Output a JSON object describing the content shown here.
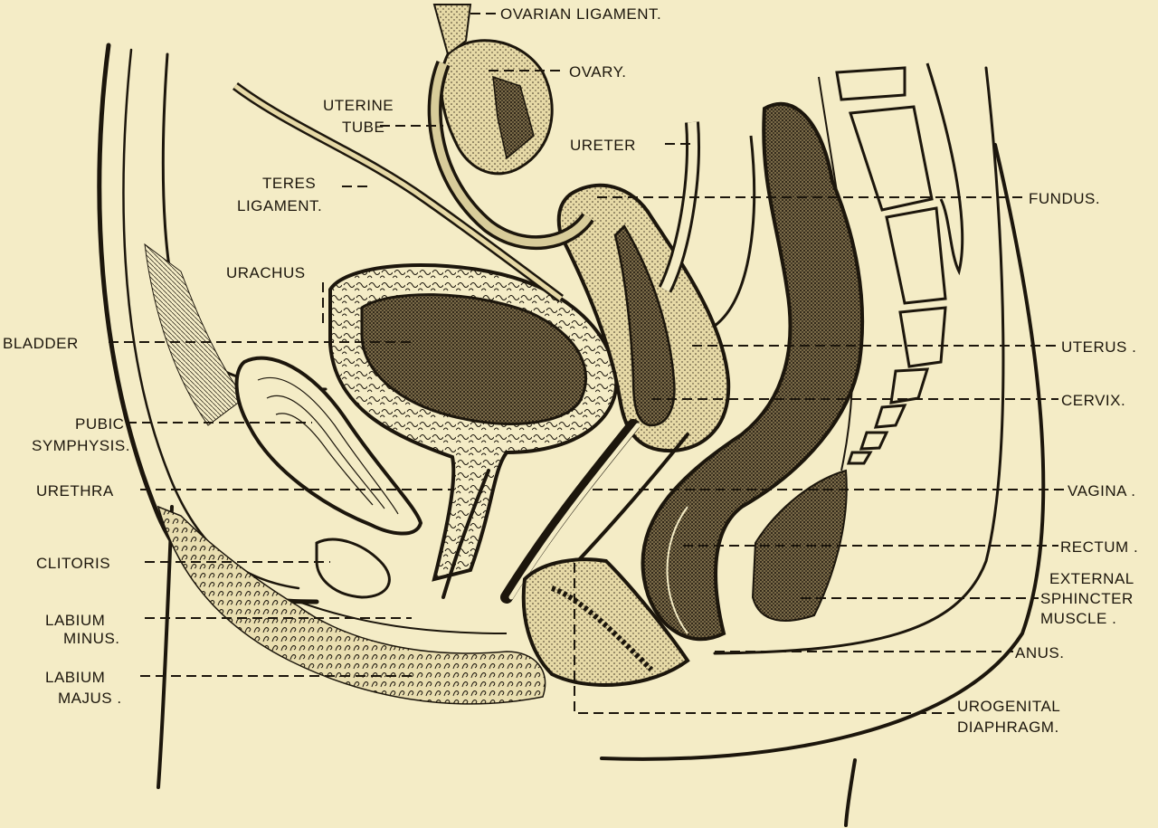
{
  "colors": {
    "paper": "#f4ecc6",
    "ink": "#1c160c",
    "stipple_light": "#d8cc9a",
    "stipple_dark": "#3b3020"
  },
  "labels": {
    "ovarian_ligament": "OVARIAN LIGAMENT.",
    "ovary": "OVARY.",
    "uterine_tube_1": "UTERINE",
    "uterine_tube_2": "TUBE",
    "ureter": "URETER",
    "teres_1": "TERES",
    "teres_2": "LIGAMENT.",
    "fundus": "FUNDUS.",
    "urachus": "URACHUS",
    "bladder": "BLADDER",
    "uterus": "UTERUS .",
    "cervix": "CERVIX.",
    "pubic_1": "PUBIC",
    "pubic_2": "SYMPHYSIS.",
    "urethra": "URETHRA",
    "vagina": "VAGINA .",
    "rectum": "RECTUM .",
    "clitoris": "CLITORIS",
    "ext_sphincter_1": "EXTERNAL",
    "ext_sphincter_2": "SPHINCTER",
    "ext_sphincter_3": "MUSCLE .",
    "labium_minus_1": "LABIUM",
    "labium_minus_2": "MINUS.",
    "anus": "ANUS.",
    "labium_majus_1": "LABIUM",
    "labium_majus_2": "MAJUS .",
    "urogenital_1": "UROGENITAL",
    "urogenital_2": "DIAPHRAGM."
  }
}
